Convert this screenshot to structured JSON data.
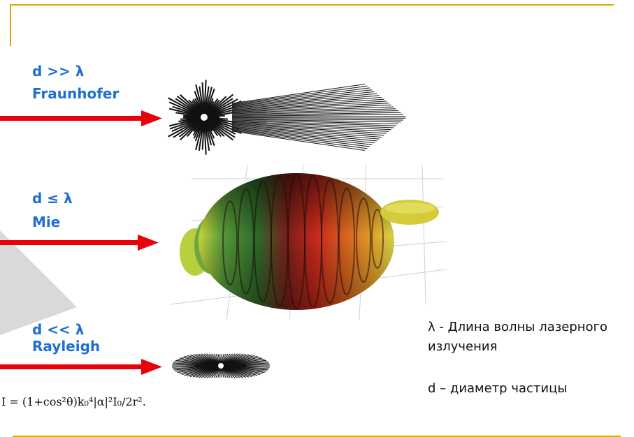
{
  "regimes": [
    {
      "condition": "d >> λ",
      "name": "Fraunhofer"
    },
    {
      "condition": "d ≤ λ",
      "name": "Mie"
    },
    {
      "condition": "d << λ",
      "name": "Rayleigh"
    }
  ],
  "legend": {
    "lambda_line1": "λ - Длина волны лазерного",
    "lambda_line2": "излучения",
    "d_line": "d – диаметр частицы"
  },
  "formula": {
    "text": "I = (1+cos²θ)k₀⁴|α|²I₀/2r²."
  },
  "colors": {
    "accent_line": "#d9a800",
    "label_blue": "#1f6fd1",
    "arrow_red": "#e8000b"
  }
}
